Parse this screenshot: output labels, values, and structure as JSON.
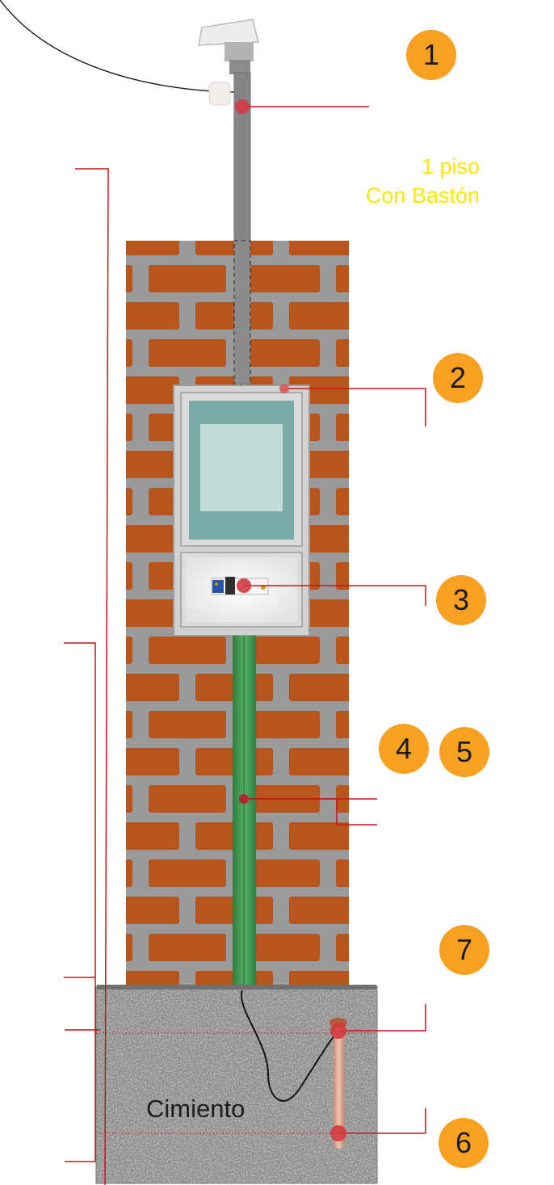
{
  "badges": [
    "1",
    "2",
    "3",
    "4",
    "5",
    "7",
    "6"
  ],
  "side_note": {
    "line1": "1 piso",
    "line2": "Con Bastón"
  },
  "foundation_label": "Cimiento",
  "colors": {
    "brick": "#b9541b",
    "mortar": "#9a9a9a",
    "concrete": "#8e8e8e",
    "mast": "#858585",
    "conduit": "#3f9952",
    "leader": "#c4161c",
    "badge": "#f7a021",
    "note": "#ffe600",
    "panel_frame": "#d2d2d2",
    "meter_window": "#7aaba6",
    "meter_glass": "#bfdcd8",
    "ground_rod": "#d9a48c"
  },
  "icons": [
    "weatherhead-icon",
    "breaker-icon",
    "ground-rod-icon"
  ]
}
